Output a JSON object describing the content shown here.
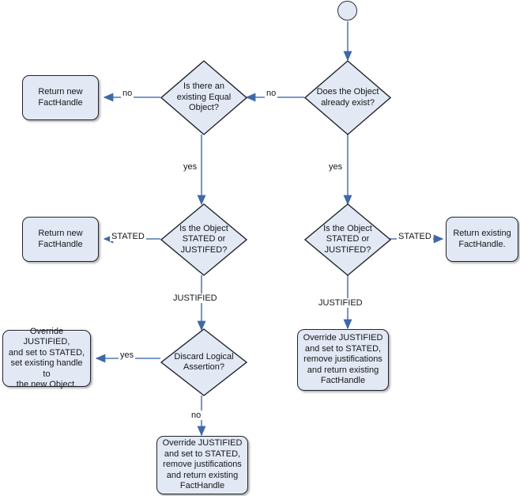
{
  "diagram": {
    "title": "Object assertion / FactHandle decision flow",
    "colors": {
      "node_fill": "#e3e9f4",
      "node_stroke": "#20242b",
      "edge_stroke": "#6f90c0",
      "arrow_fill": "#3f68a8",
      "text": "#141619",
      "background": "#ffffff"
    },
    "nodes": {
      "start": {
        "name": "start-circle",
        "label": ""
      },
      "does_object_exist": {
        "label": "Does the Object\nalready exist?"
      },
      "is_there_equal": {
        "label": "Is there an\nexisting Equal\nObject?"
      },
      "return_new_1": {
        "label": "Return new\nFactHandle"
      },
      "stated_or_justified_left": {
        "label": "Is the Object\nSTATED or\nJUSTIFED?"
      },
      "stated_or_justified_right": {
        "label": "Is the Object\nSTATED or\nJUSTIFED?"
      },
      "return_new_2": {
        "label": "Return new\nFactHandle"
      },
      "return_existing": {
        "label": "Return existing\nFactHandle."
      },
      "discard_logical": {
        "label": "Discard Logical\nAssertion?"
      },
      "override_set_handle": {
        "label": "Override JUSTIFIED,\nand set to STATED,\nset existing handle to\nthe new Object."
      },
      "override_remove_right": {
        "label": "Override JUSTIFIED\nand set to STATED,\nremove justifications\nand return existing\nFactHandle"
      },
      "override_remove_bottom": {
        "label": "Override JUSTIFIED\nand set to STATED,\nremove justifications\nand return existing\nFactHandle"
      }
    },
    "edge_labels": {
      "exists_no": "no",
      "exists_yes": "yes",
      "equal_no": "no",
      "equal_yes": "yes",
      "right_stated": "STATED",
      "right_justified": "JUSTIFIED",
      "left_stated": "STATED",
      "left_justified": "JUSTIFIED",
      "discard_yes": "yes",
      "discard_no": "no"
    }
  }
}
